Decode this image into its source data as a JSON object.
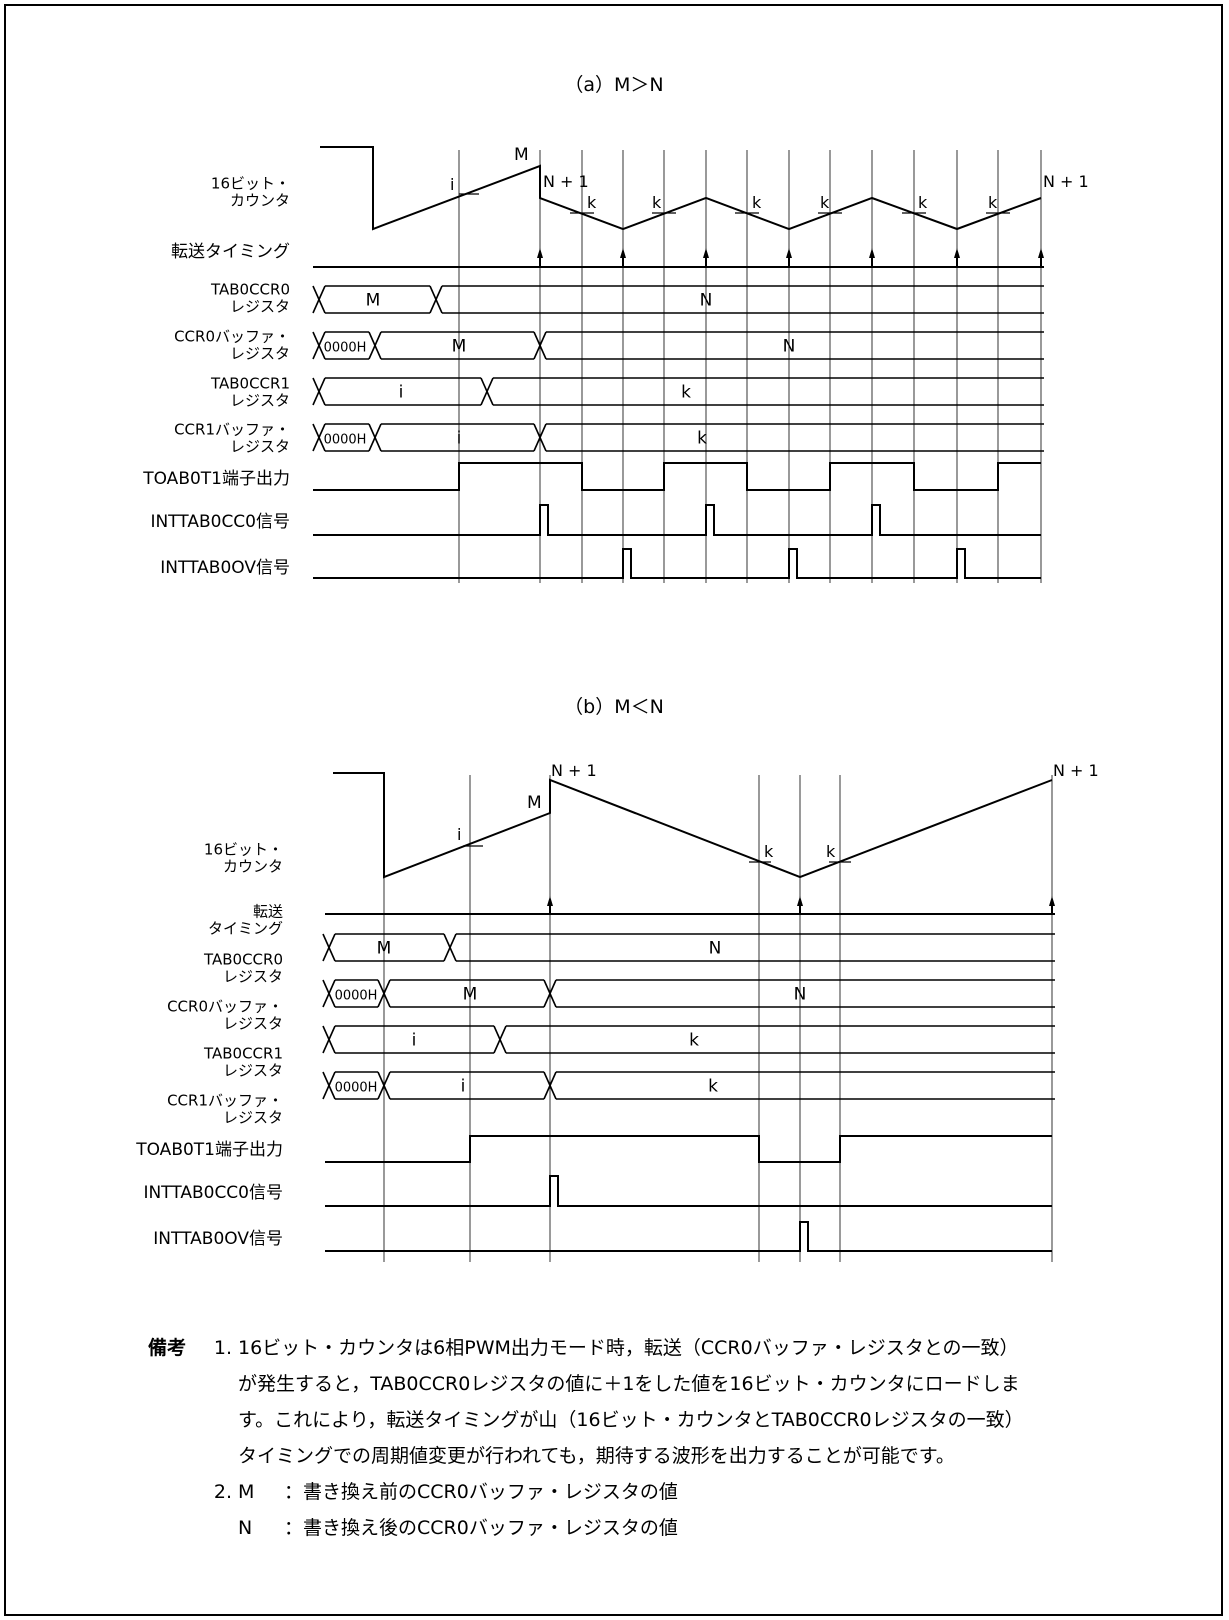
{
  "diagram_a": {
    "title": "（a）M＞N",
    "signals": {
      "counter": [
        "16ビット・",
        "カウンタ"
      ],
      "transfer": [
        "転送タイミング"
      ],
      "ccr0_reg": [
        "TAB0CCR0",
        "レジスタ"
      ],
      "ccr0_buf": [
        "CCR0バッファ・",
        "レジスタ"
      ],
      "ccr1_reg": [
        "TAB0CCR1",
        "レジスタ"
      ],
      "ccr1_buf": [
        "CCR1バッファ・",
        "レジスタ"
      ],
      "toab": [
        "TOAB0T1端子出力"
      ],
      "intcc0": [
        "INTTAB0CC0信号"
      ],
      "intov": [
        "INTTAB0OV信号"
      ]
    },
    "counter_labels": {
      "m": "M",
      "n1_start": "N + 1",
      "n1_end": "N + 1",
      "i": "i",
      "k": "k"
    },
    "bus_values": {
      "ccr0_reg": [
        "M",
        "N"
      ],
      "ccr0_buf": [
        "0000H",
        "M",
        "N"
      ],
      "ccr1_reg": [
        "i",
        "k"
      ],
      "ccr1_buf": [
        "0000H",
        "i",
        "k"
      ]
    }
  },
  "diagram_b": {
    "title": "（b）M＜N",
    "signals": {
      "counter": [
        "16ビット・",
        "カウンタ"
      ],
      "transfer": [
        "転送",
        "タイミング"
      ],
      "ccr0_reg": [
        "TAB0CCR0",
        "レジスタ"
      ],
      "ccr0_buf": [
        "CCR0バッファ・",
        "レジスタ"
      ],
      "ccr1_reg": [
        "TAB0CCR1",
        "レジスタ"
      ],
      "ccr1_buf": [
        "CCR1バッファ・",
        "レジスタ"
      ],
      "toab": [
        "TOAB0T1端子出力"
      ],
      "intcc0": [
        "INTTAB0CC0信号"
      ],
      "intov": [
        "INTTAB0OV信号"
      ]
    },
    "counter_labels": {
      "m": "M",
      "n1_start": "N + 1",
      "n1_end": "N + 1",
      "i": "i",
      "k": "k"
    },
    "bus_values": {
      "ccr0_reg": [
        "M",
        "N"
      ],
      "ccr0_buf": [
        "0000H",
        "M",
        "N"
      ],
      "ccr1_reg": [
        "i",
        "k"
      ],
      "ccr1_buf": [
        "0000H",
        "i",
        "k"
      ]
    }
  },
  "notes": {
    "remark_label": "備考",
    "note1_num": "1.",
    "note1_lines": [
      "16ビット・カウンタは6相PWM出力モード時，転送（CCR0バッファ・レジスタとの一致）",
      "が発生すると，TAB0CCR0レジスタの値に＋1をした値を16ビット・カウンタにロードしま",
      "す。これにより，転送タイミングが山（16ビット・カウンタとTAB0CCR0レジスタの一致）",
      "タイミングでの周期値変更が行われても，期待する波形を出力することが可能です。"
    ],
    "note2_num": "2.",
    "def_m_key": "M",
    "def_m_text": "：書き換え前のCCR0バッファ・レジスタの値",
    "def_n_key": "N",
    "def_n_text": "：書き換え後のCCR0バッファ・レジスタの値"
  }
}
